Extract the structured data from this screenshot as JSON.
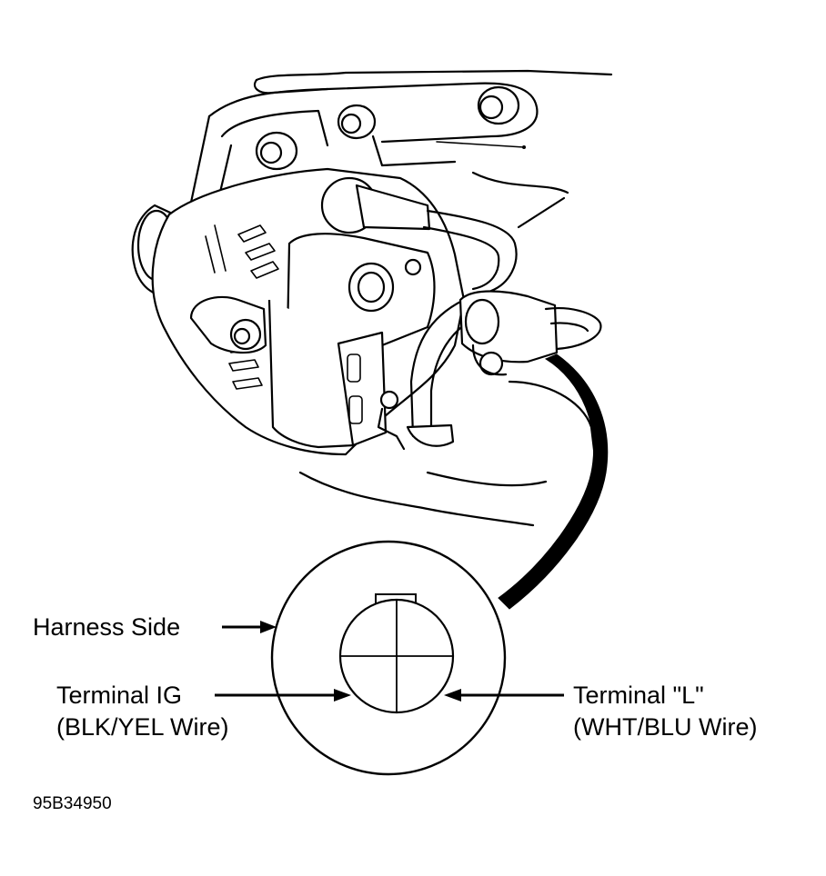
{
  "labels": {
    "harness_side": "Harness Side",
    "terminal_ig_line1": "Terminal IG",
    "terminal_ig_line2": "(BLK/YEL Wire)",
    "terminal_l_line1": "Terminal \"L\"",
    "terminal_l_line2": "(WHT/BLU Wire)",
    "figure_id": "95B34950"
  },
  "colors": {
    "line": "#000000",
    "background": "#ffffff"
  }
}
